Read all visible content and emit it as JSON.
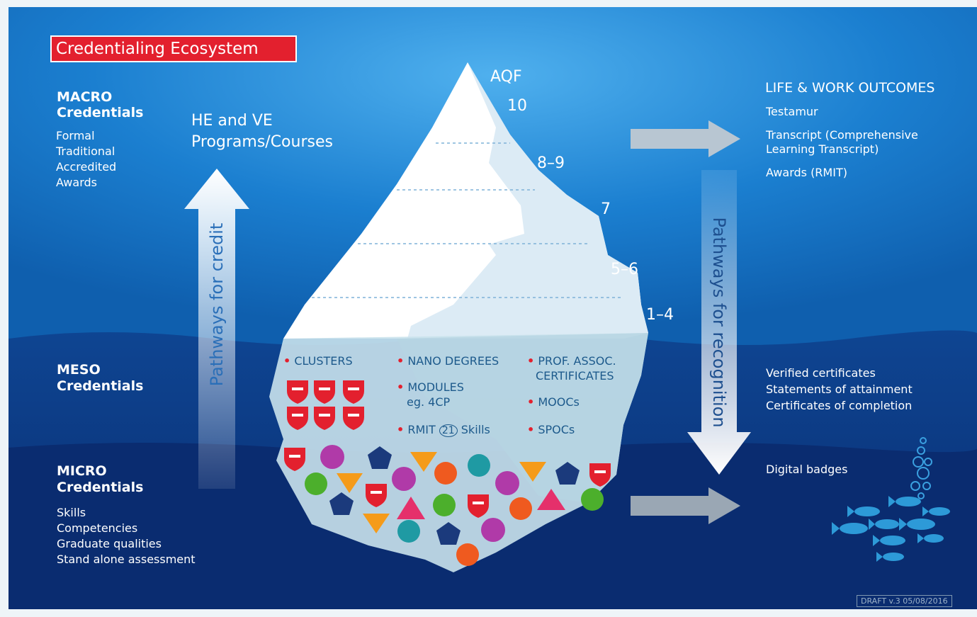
{
  "title": "Credentialing Ecosystem",
  "macro": {
    "heading_line1": "MACRO",
    "heading_line2": "Credentials",
    "items": [
      "Formal",
      "Traditional",
      "Accredited",
      "Awards"
    ]
  },
  "meso": {
    "heading_line1": "MESO",
    "heading_line2": "Credentials"
  },
  "micro": {
    "heading_line1": "MICRO",
    "heading_line2": "Credentials",
    "items": [
      "Skills",
      "Competencies",
      "Graduate qualities",
      "Stand alone assessment"
    ]
  },
  "programs": {
    "line1": "HE and VE",
    "line2": "Programs/Courses"
  },
  "pathways_credit": "Pathways for credit",
  "pathways_recognition": "Pathways for recognition",
  "aqf": {
    "label": "AQF",
    "levels": [
      "10",
      "8–9",
      "7",
      "5–6",
      "1–4"
    ]
  },
  "iceberg_bullets": {
    "clusters": "CLUSTERS",
    "nano_degrees": "NANO DEGREES",
    "prof_line1": "PROF. ASSOC.",
    "prof_line2": "CERTIFICATES",
    "modules_line1": "MODULES",
    "modules_line2": "eg. 4CP",
    "moocs": "MOOCs",
    "rmit_prefix": "RMIT",
    "rmit_21": "21",
    "rmit_suffix": "Skills",
    "spocs": "SPOCs"
  },
  "outcomes": {
    "heading": "LIFE & WORK OUTCOMES",
    "testamur": "Testamur",
    "transcript_line1": "Transcript (Comprehensive",
    "transcript_line2": "Learning Transcript)",
    "awards": "Awards (RMIT)"
  },
  "meso_outcomes": [
    "Verified certificates",
    "Statements of attainment",
    "Certificates of completion"
  ],
  "micro_outcome": "Digital badges",
  "draft": "DRAFT v.3 05/08/2016",
  "colors": {
    "sky": "#1a7fd0",
    "sea": "#0d3f8a",
    "deep": "#0a2a6c",
    "title_red": "#e3202e",
    "badge_red": "#e3202e",
    "badge_purple": "#b03aa8",
    "badge_green": "#4caf2c",
    "badge_orange": "#f59b1a",
    "badge_navy": "#1b3a7c",
    "badge_teal": "#1f9aa3",
    "badge_pink": "#e5306b"
  }
}
